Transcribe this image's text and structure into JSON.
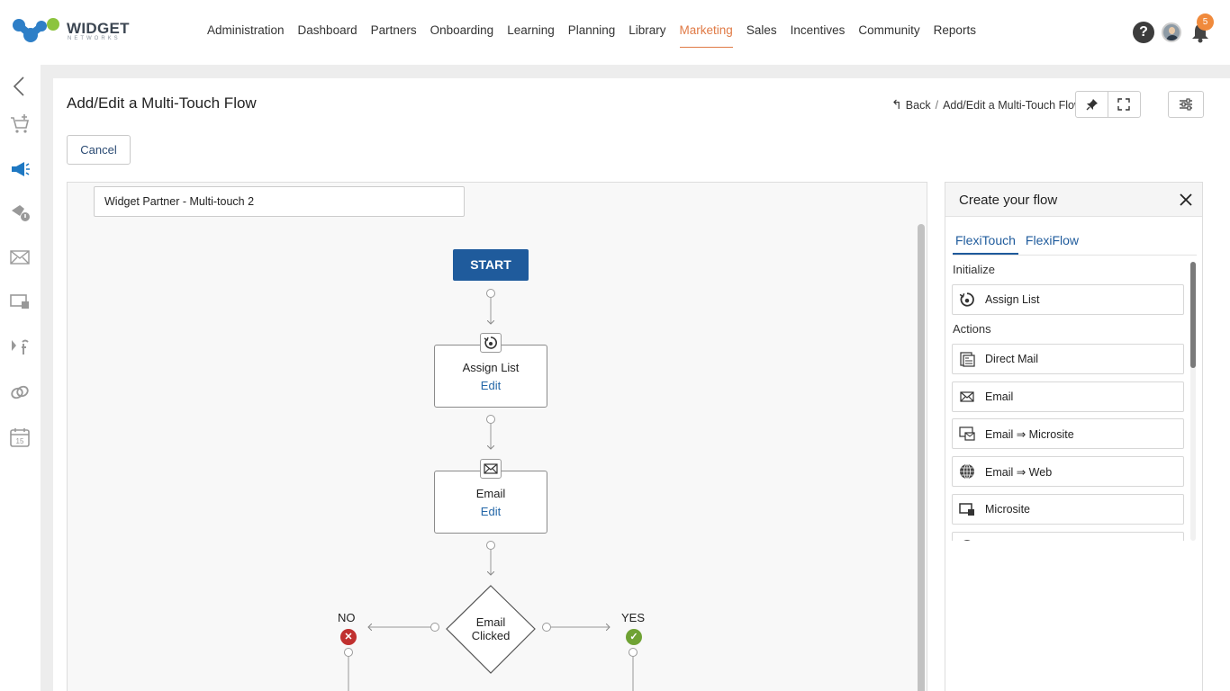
{
  "app": {
    "logo_text": "WIDGET",
    "logo_sub": "NETWORKS",
    "notification_count": "5"
  },
  "nav": [
    {
      "label": "Administration"
    },
    {
      "label": "Dashboard"
    },
    {
      "label": "Partners"
    },
    {
      "label": "Onboarding"
    },
    {
      "label": "Learning"
    },
    {
      "label": "Planning"
    },
    {
      "label": "Library"
    },
    {
      "label": "Marketing",
      "active": true
    },
    {
      "label": "Sales"
    },
    {
      "label": "Incentives"
    },
    {
      "label": "Community"
    },
    {
      "label": "Reports"
    }
  ],
  "page": {
    "title": "Add/Edit a Multi-Touch Flow",
    "breadcrumb_back": "Back",
    "breadcrumb_current": "Add/Edit a Multi-Touch Flow",
    "cancel_label": "Cancel"
  },
  "flow": {
    "name_value": "Widget Partner - Multi-touch 2",
    "start_label": "START",
    "node_assign_label": "Assign List",
    "node_assign_edit": "Edit",
    "node_email_label": "Email",
    "node_email_edit": "Edit",
    "decision_line1": "Email",
    "decision_line2": "Clicked",
    "no_label": "NO",
    "yes_label": "YES"
  },
  "flow_panel": {
    "title": "Create your flow",
    "tabs": [
      "FlexiTouch",
      "FlexiFlow"
    ],
    "section_initialize": "Initialize",
    "section_actions": "Actions",
    "items": [
      {
        "label": "Assign List",
        "icon": "assign-list-icon"
      },
      {
        "label": "Direct Mail",
        "icon": "direct-mail-icon"
      },
      {
        "label": "Email",
        "icon": "email-icon"
      },
      {
        "label": "Email ⇒ Microsite",
        "icon": "email-microsite-icon"
      },
      {
        "label": "Email ⇒ Web",
        "icon": "globe-icon"
      },
      {
        "label": "Microsite",
        "icon": "microsite-icon"
      }
    ]
  },
  "colors": {
    "accent": "#e07a45",
    "primary": "#1f5b9c",
    "no": "#c0302f",
    "yes": "#6fa234"
  }
}
